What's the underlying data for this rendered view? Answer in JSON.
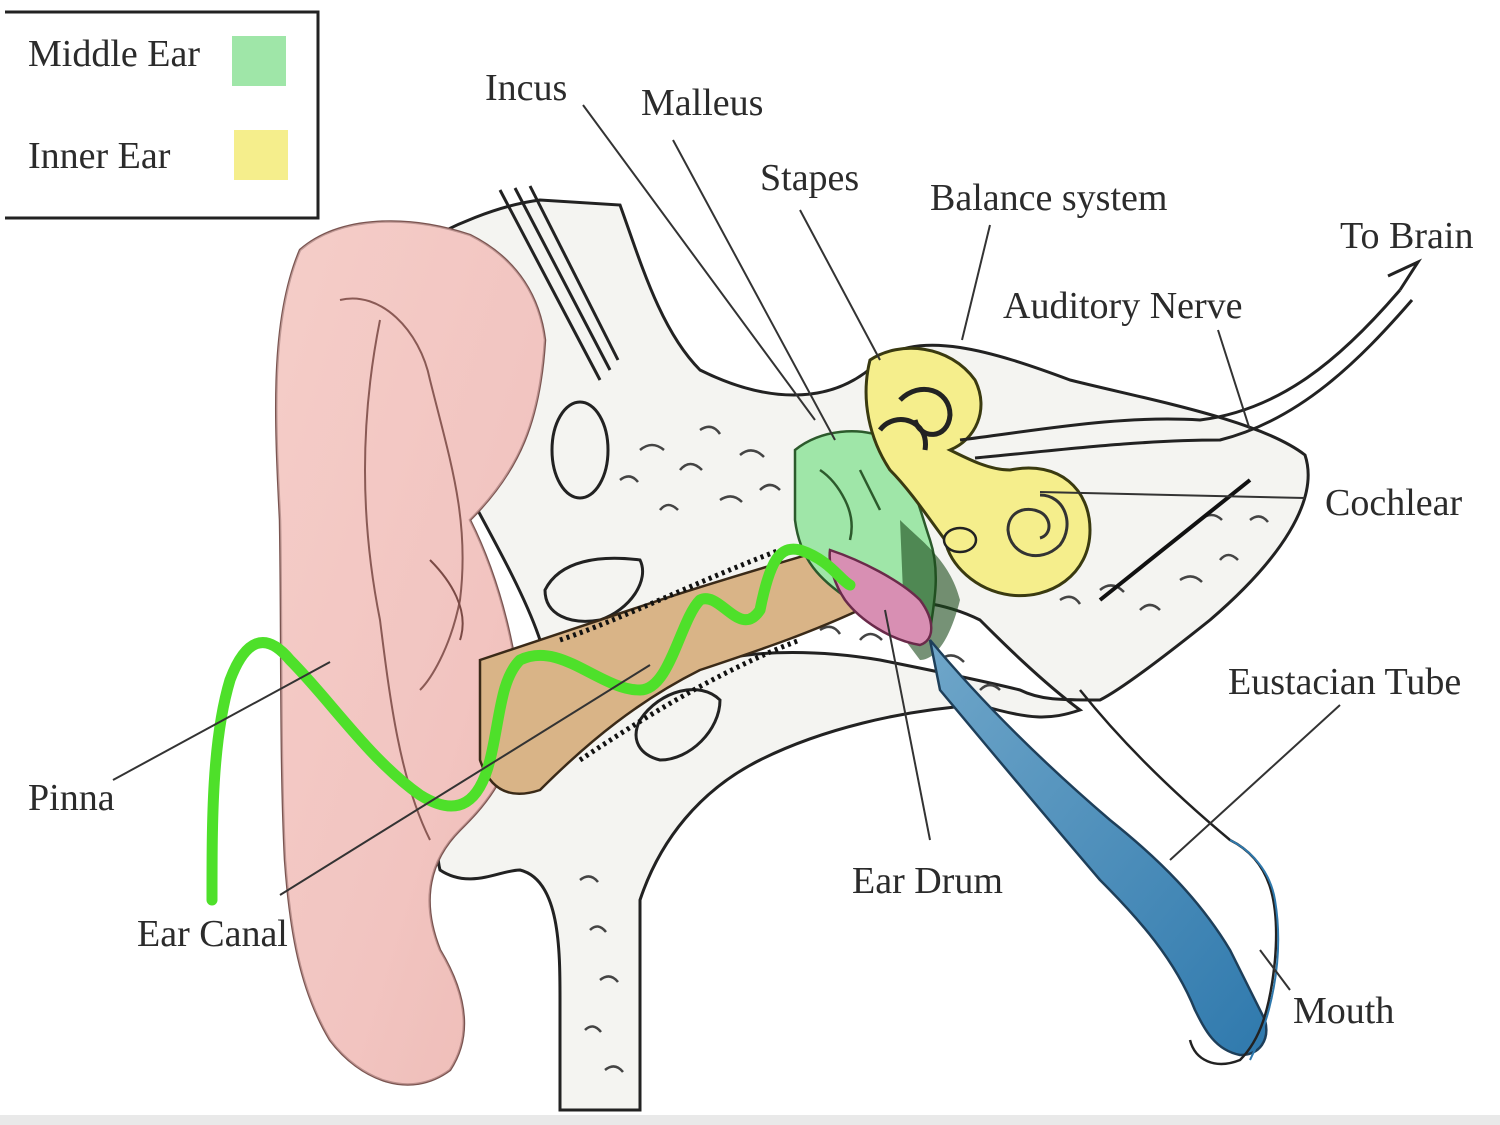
{
  "legend": {
    "items": [
      {
        "label": "Middle Ear",
        "color": "#9fe6a8"
      },
      {
        "label": "Inner Ear",
        "color": "#f5ee8c"
      }
    ]
  },
  "labels": {
    "incus": "Incus",
    "malleus": "Malleus",
    "stapes": "Stapes",
    "balance_system": "Balance system",
    "to_brain": "To Brain",
    "auditory_nerve": "Auditory Nerve",
    "cochlear": "Cochlear",
    "eustacian_tube": "Eustacian Tube",
    "pinna": "Pinna",
    "ear_canal": "Ear Canal",
    "ear_drum": "Ear Drum",
    "mouth": "Mouth"
  },
  "colors": {
    "pinna_skin": "#f2c6c0",
    "ear_canal": "#d9b487",
    "middle_ear": "#9fe6a8",
    "inner_ear": "#f5ee8c",
    "ear_drum": "#d88fb3",
    "eustachian_tube": "#3f86b8",
    "sound_wave": "#4ee02a"
  }
}
